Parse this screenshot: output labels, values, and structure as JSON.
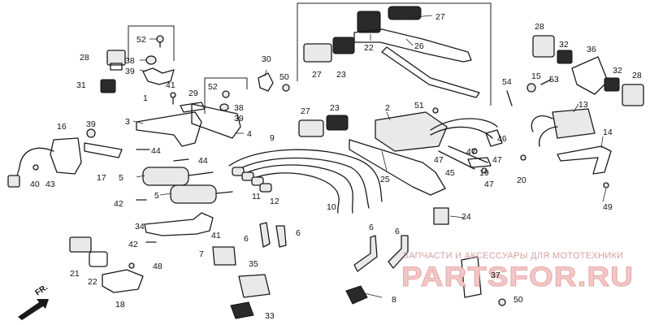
{
  "diagram": {
    "labels": [
      "1",
      "2",
      "3",
      "4",
      "5",
      "6",
      "7",
      "8",
      "9",
      "10",
      "11",
      "12",
      "13",
      "14",
      "15",
      "16",
      "17",
      "18",
      "19",
      "20",
      "21",
      "22",
      "23",
      "24",
      "25",
      "26",
      "27",
      "28",
      "29",
      "30",
      "31",
      "32",
      "33",
      "34",
      "35",
      "36",
      "37",
      "38",
      "39",
      "40",
      "41",
      "42",
      "43",
      "44",
      "45",
      "46",
      "47",
      "48",
      "49",
      "50",
      "51",
      "52",
      "53",
      "54"
    ],
    "direction_marker": "FR.",
    "watermark": {
      "tagline": "ЗАПЧАСТИ И АКСЕССУАРЫ ДЛЯ МОТОТЕХНИКИ",
      "logo": "PARTSFOR.RU"
    }
  }
}
